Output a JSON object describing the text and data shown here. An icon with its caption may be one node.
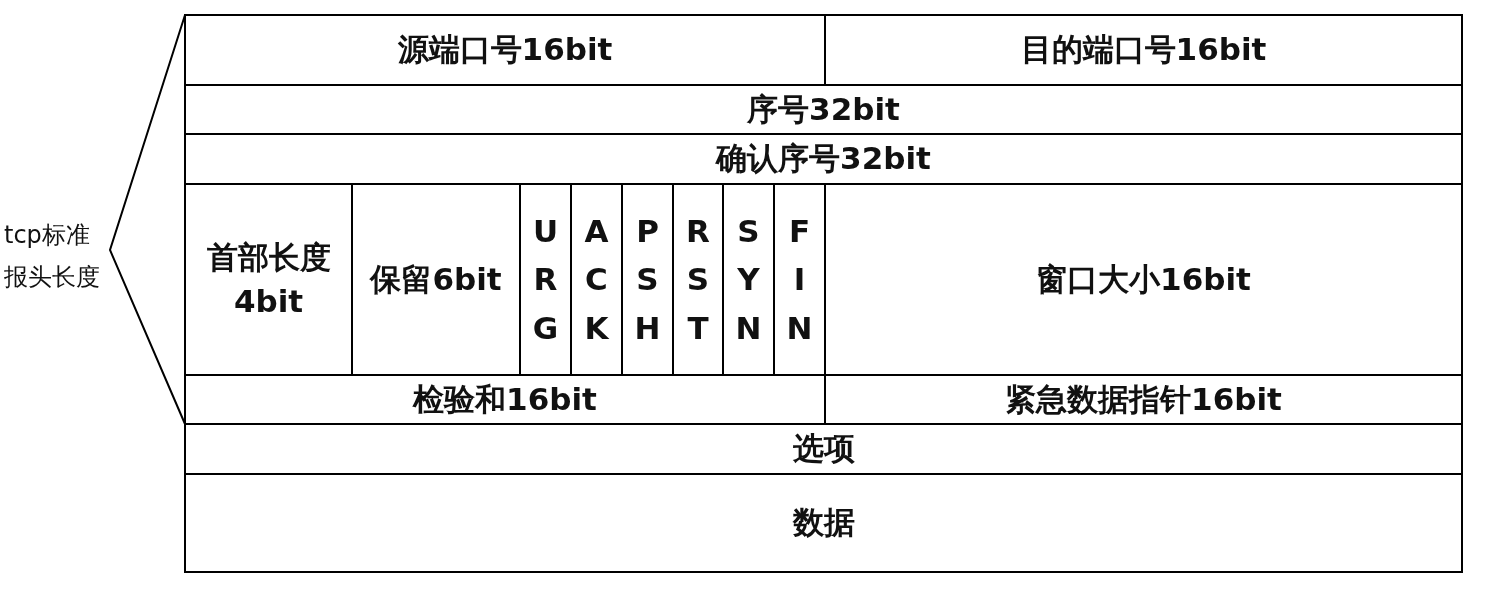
{
  "diagram": {
    "nodes": [
      {
        "text": [
          "源端口号16bit"
        ]
      },
      {
        "text": [
          "目的端口号16bit"
        ]
      },
      {
        "text": [
          "序号32bit"
        ]
      },
      {
        "text": [
          "确认序号32bit"
        ]
      },
      {
        "text": [
          "首部长度4bit"
        ]
      },
      {
        "text": [
          "保留6bit"
        ]
      },
      {
        "text": [
          "URG"
        ]
      },
      {
        "text": [
          "ACK"
        ]
      },
      {
        "text": [
          "PSH"
        ]
      },
      {
        "text": [
          "RST"
        ]
      },
      {
        "text": [
          "SYN"
        ]
      },
      {
        "text": [
          "FIN"
        ]
      },
      {
        "text": [
          "窗口大小16bit"
        ]
      },
      {
        "text": [
          "检验和16bit"
        ]
      },
      {
        "text": [
          "紧急数据指针16bit"
        ]
      },
      {
        "text": [
          "选项"
        ]
      },
      {
        "text": [
          "数据"
        ]
      }
    ],
    "labels": [
      "tcp标准报头长度"
    ]
  }
}
